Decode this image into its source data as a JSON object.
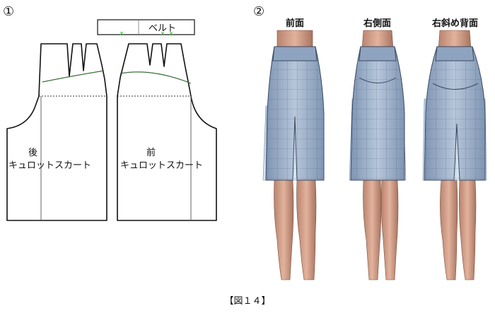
{
  "panel1": {
    "marker": "①",
    "belt_label": "ベルト",
    "back_label_line1": "後",
    "back_label_line2": "キュロットスカート",
    "front_label_line1": "前",
    "front_label_line2": "キュロットスカート"
  },
  "panel2": {
    "marker": "②",
    "view_front": "前面",
    "view_right_side": "右側面",
    "view_right_back": "右斜め背面"
  },
  "caption": "【図１４】",
  "colors": {
    "skirt_fill": "#9fb3cc",
    "skirt_grid": "#3b4a62",
    "skin": "#d9a58e",
    "skin_dark": "#b07d66",
    "waist_line": "#3a6e3a",
    "notch_green": "#5cc35c"
  }
}
